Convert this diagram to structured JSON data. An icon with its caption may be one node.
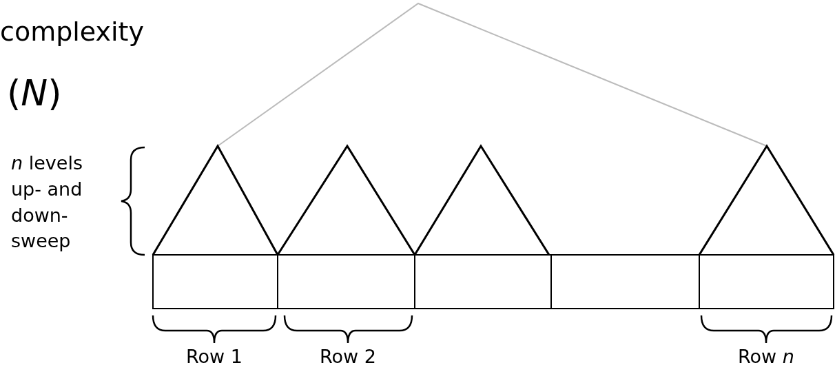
{
  "diagram": {
    "labels": [
      "complexity",
      "(*N*)",
      "*n* levels up- and down-sweep",
      "Row 1",
      "Row 2",
      "Row *n*"
    ]
  }
}
